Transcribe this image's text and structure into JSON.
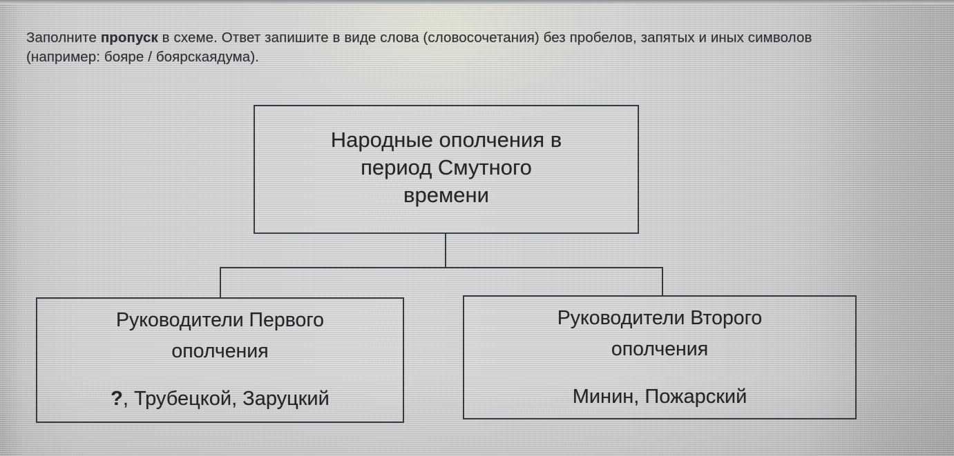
{
  "instruction": {
    "part1": "Заполните ",
    "bold": "пропуск",
    "part2": " в схеме. Ответ запишите в виде слова (словосочетания) без пробелов, запятых и иных символов (например: бояре / боярскаядума)."
  },
  "diagram": {
    "root": {
      "line1": "Народные ополчения в",
      "line2": "период Смутного",
      "line3": "времени"
    },
    "children": [
      {
        "title_line1": "Руководители Первого",
        "title_line2": "ополчения",
        "blank": "?",
        "members": ", Трубецкой, Заруцкий"
      },
      {
        "title_line1": "Руководители Второго",
        "title_line2": "ополчения",
        "members": "Минин, Пожарский"
      }
    ]
  },
  "colors": {
    "text": "#232528",
    "border": "#363a3f",
    "background": "#d3d4d5"
  }
}
